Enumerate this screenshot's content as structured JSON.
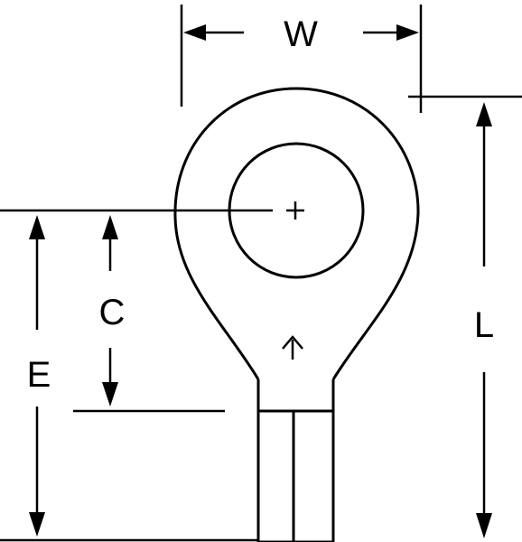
{
  "labels": {
    "width": "W",
    "length": "L",
    "center_to_end": "C",
    "center_to_base": "E"
  },
  "colors": {
    "line": "#000000",
    "background": "#ffffff"
  }
}
